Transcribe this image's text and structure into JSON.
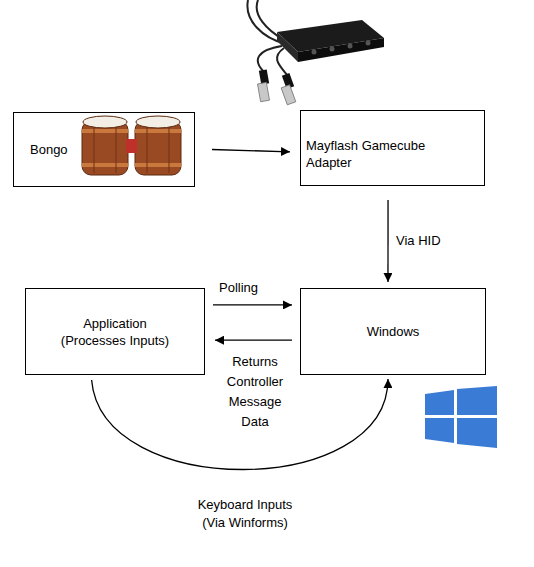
{
  "diagram": {
    "nodes": [
      {
        "text": [
          "Bongo"
        ]
      },
      {
        "text": [
          "Mayflash Gamecube Adapter"
        ]
      },
      {
        "text": [
          "Application (Processes Inputs)"
        ]
      },
      {
        "text": [
          "Windows"
        ]
      }
    ],
    "edges": [
      {
        "from": 0,
        "to": 1,
        "arrow": "to"
      },
      {
        "from": 1,
        "to": 3,
        "label": "Via HID",
        "arrow": "to"
      },
      {
        "from": 2,
        "to": 3,
        "label": "Polling",
        "arrow": "to"
      },
      {
        "from": 3,
        "to": 2,
        "label": "Returns Controller Message Data",
        "arrow": "to"
      },
      {
        "from": 2,
        "to": 3,
        "label": "Keyboard Inputs (Via Winforms)",
        "arrow": "to"
      }
    ]
  }
}
